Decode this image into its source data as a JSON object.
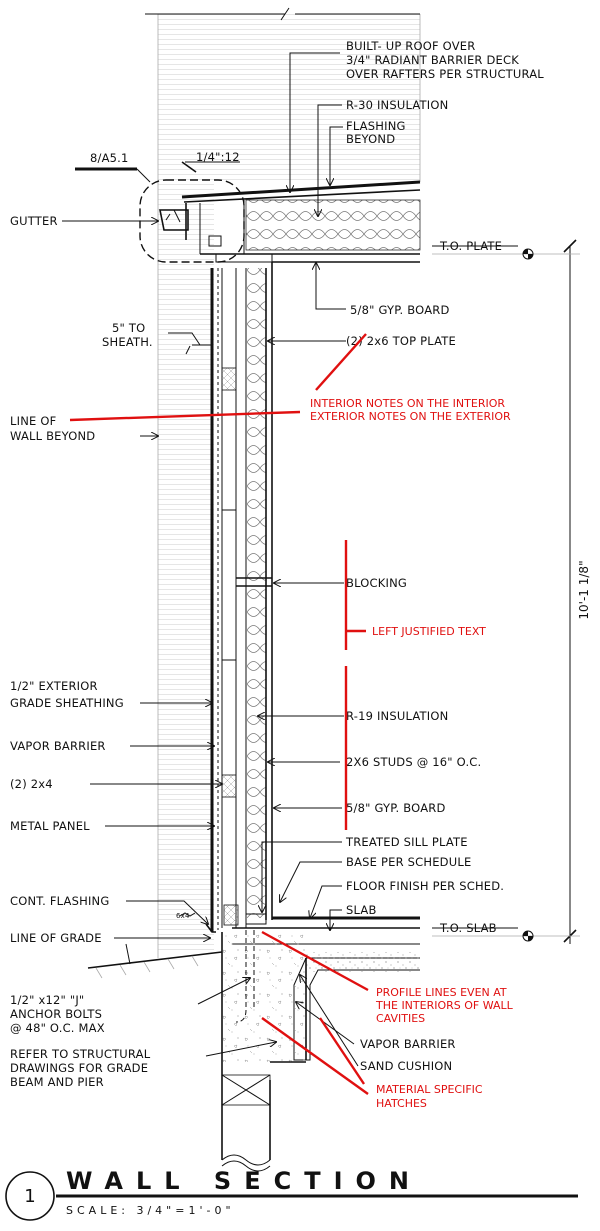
{
  "detail_tag": "8/A5.1",
  "slope": "1/4\":12",
  "labels": {
    "roof": [
      "BUILT- UP ROOF OVER",
      "3/4\" RADIANT BARRIER DECK",
      "OVER RAFTERS PER STRUCTURAL"
    ],
    "r30": "R-30 INSULATION",
    "flashing_beyond": [
      "FLASHING",
      "BEYOND"
    ],
    "gutter": "GUTTER",
    "to_plate": "T.O. PLATE",
    "gyp_top": "5/8\" GYP. BOARD",
    "sheath": [
      "5\" TO",
      "SHEATH."
    ],
    "top_plate": "(2) 2x6 TOP PLATE",
    "wall_beyond": [
      "LINE OF",
      "WALL BEYOND"
    ],
    "blocking": "BLOCKING",
    "ext_sheathing": [
      "1/2\" EXTERIOR",
      "GRADE SHEATHING"
    ],
    "r19": "R-19 INSULATION",
    "vapor_barrier": "VAPOR BARRIER",
    "studs": "2X6 STUDS @ 16\" O.C.",
    "two_by_four": "(2) 2x4",
    "gyp_bottom": "5/8\" GYP. BOARD",
    "metal_panel": "METAL PANEL",
    "sill_plate": "TREATED SILL PLATE",
    "base": "BASE PER SCHEDULE",
    "cont_flashing": "CONT. FLASHING",
    "floor_finish": "FLOOR FINISH PER SCHED.",
    "slab": "SLAB",
    "grade": "LINE OF GRADE",
    "to_slab": "T.O. SLAB",
    "anchor": [
      "1/2\" x12\" \"J\"",
      "ANCHOR BOLTS",
      "@ 48\" O.C. MAX"
    ],
    "structural": [
      "REFER TO STRUCTURAL",
      "DRAWINGS FOR GRADE",
      "BEAM AND PIER"
    ],
    "vapor_barrier_2": "VAPOR BARRIER",
    "sand": "SAND CUSHION",
    "dimension": "10'-1 1/8\"",
    "small_tag": "6x4"
  },
  "annotations": {
    "interior": [
      "INTERIOR NOTES ON THE INTERIOR",
      "EXTERIOR NOTES ON THE EXTERIOR"
    ],
    "left_justified": "LEFT JUSTIFIED TEXT",
    "profile": [
      "PROFILE LINES EVEN AT",
      "THE INTERIORS OF WALL",
      "CAVITIES"
    ],
    "hatches": [
      "MATERIAL SPECIFIC",
      "HATCHES"
    ]
  },
  "title": {
    "number": "1",
    "name": "WALL SECTION",
    "scale": "SCALE: 3/4\"=1'-0\""
  },
  "colors": {
    "ink": "#111111",
    "redline": "#e01010"
  }
}
